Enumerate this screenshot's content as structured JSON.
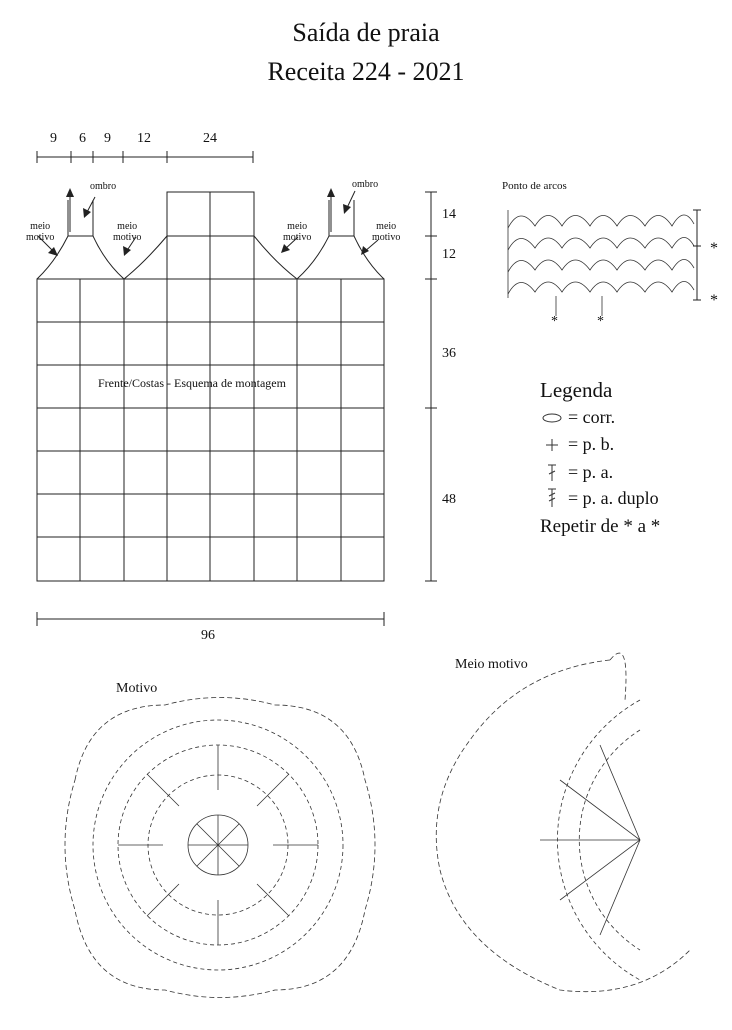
{
  "title": {
    "line1": "Saída de praia",
    "line2": "Receita  224 - 2021"
  },
  "top_measures": [
    "9",
    "6",
    "9",
    "12",
    "24"
  ],
  "side_measures": [
    "14",
    "12",
    "36",
    "48"
  ],
  "bottom_measure": "96",
  "annotations": {
    "ombro": "ombro",
    "meio_motivo_line1": "meio",
    "meio_motivo_line2": "motivo"
  },
  "scheme_label": "Frente/Costas - Esquema de montagem",
  "stitch_pattern_label": "Ponto de arcos",
  "repeat_mark": "*",
  "legend": {
    "title": "Legenda",
    "items": [
      {
        "icon": "chain-oval-icon",
        "text": "= corr."
      },
      {
        "icon": "single-crochet-plus-icon",
        "text": "= p. b."
      },
      {
        "icon": "double-crochet-icon",
        "text": "= p. a."
      },
      {
        "icon": "treble-crochet-icon",
        "text": "= p. a. duplo"
      }
    ],
    "repeat": "Repetir de * a *"
  },
  "motif_label": "Motivo",
  "half_motif_label": "Meio motivo"
}
